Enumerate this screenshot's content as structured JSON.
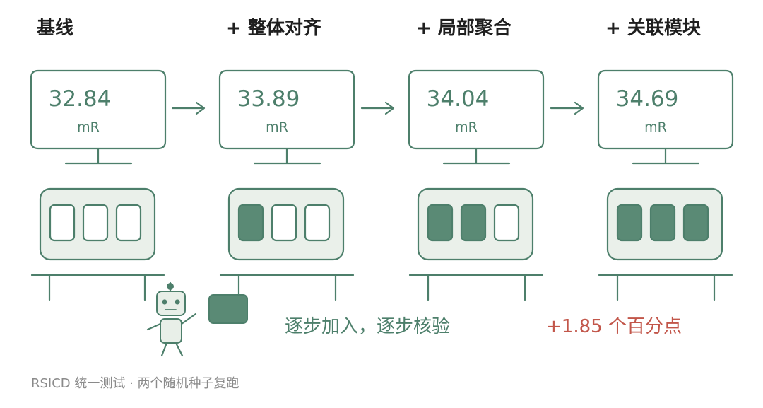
{
  "stages": [
    {
      "title": "基线",
      "score": "32.84",
      "unit": "mR",
      "filled_slots": 0,
      "total_slots": 3
    },
    {
      "title": "+ 整体对齐",
      "score": "33.89",
      "unit": "mR",
      "filled_slots": 1,
      "total_slots": 3
    },
    {
      "title": "+ 局部聚合",
      "score": "34.04",
      "unit": "mR",
      "filled_slots": 2,
      "total_slots": 3
    },
    {
      "title": "+ 关联模块",
      "score": "34.69",
      "unit": "mR",
      "filled_slots": 3,
      "total_slots": 3
    }
  ],
  "notes": {
    "progress": "逐步加入，逐步核验",
    "gain": "+1.85 个百分点"
  },
  "footer": "RSICD 统一测试 · 两个随机种子复跑",
  "colors": {
    "accent": "#4d7f6b",
    "filled_slot": "#5a8a75",
    "tray_bg": "#eaf0ea",
    "gain_red": "#c2564a",
    "title_text": "#1f1f1f",
    "footer_text": "#8a8a8a"
  },
  "icons": {
    "arrow": "right-arrow-icon",
    "mascot": "robot-icon",
    "held_item": "module-card-icon"
  }
}
